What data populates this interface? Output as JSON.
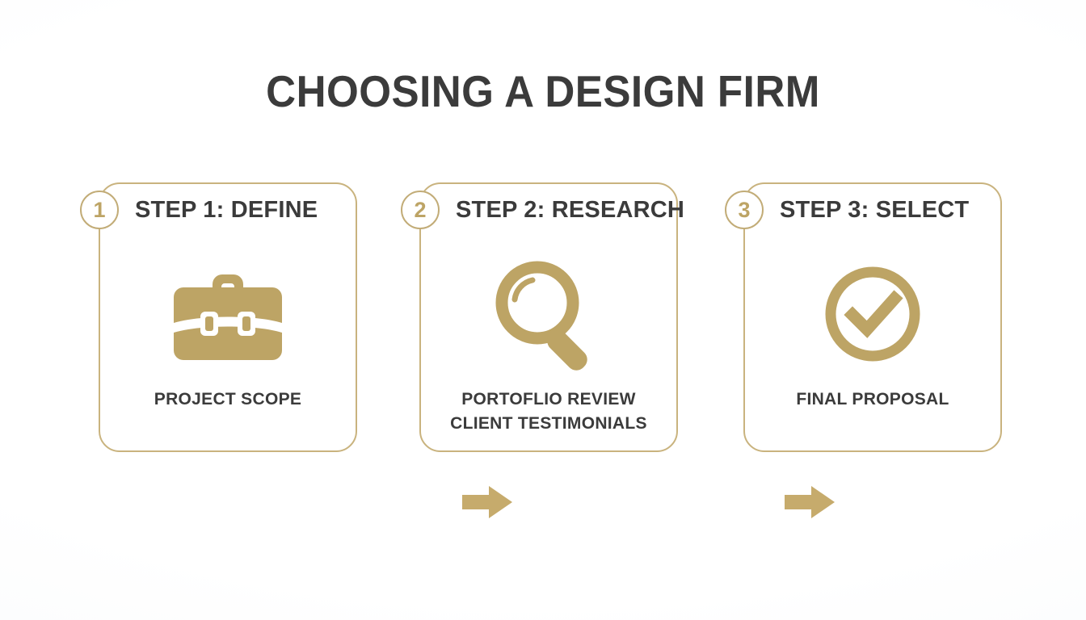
{
  "page": {
    "title": "CHOOSING A DESIGN FIRM",
    "background_color": "#ffffff",
    "accent_gold": "#bda465",
    "border_gold": "#c9b37e",
    "text_color": "#3b3b3b"
  },
  "steps": [
    {
      "badge": "1",
      "heading": "STEP 1: DEFINE",
      "icon": "briefcase-icon",
      "caption_lines": [
        "PROJECT SCOPE"
      ]
    },
    {
      "badge": "2",
      "heading": "STEP 2: RESEARCH",
      "icon": "magnifying-glass-icon",
      "caption_lines": [
        "PORTOFLIO REVIEW",
        "CLIENT TESTIMONIALS"
      ]
    },
    {
      "badge": "3",
      "heading": "STEP 3: SELECT",
      "icon": "check-circle-icon",
      "caption_lines": [
        "FINAL PROPOSAL"
      ]
    }
  ],
  "connectors": [
    {
      "icon": "arrow-right-icon"
    },
    {
      "icon": "arrow-right-icon"
    }
  ]
}
